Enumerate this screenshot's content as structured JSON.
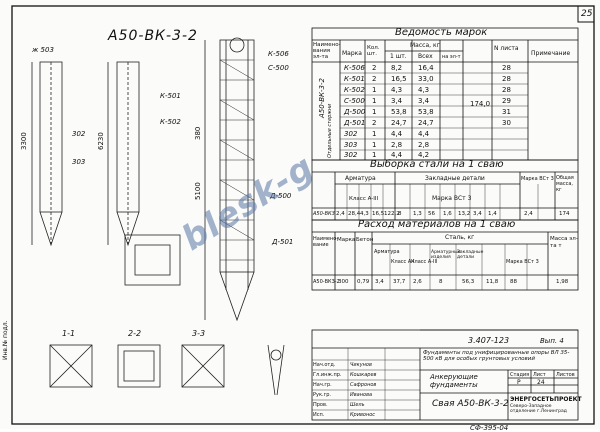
{
  "page_number": "25",
  "drawing_title": "A50-ВК-3-2",
  "view_labels": [
    "1-1",
    "2-2",
    "3-3"
  ],
  "marks_table": {
    "title": "Ведомость марок",
    "headers": [
      "Наимено-вания эл-та",
      "Марка",
      "Кол. шт.",
      "Масса, кг",
      "1 шт.",
      "Всех",
      "на эл-т",
      "N листа",
      "Примечание"
    ],
    "group_label": "A50-ВК-3-2",
    "rows": [
      {
        "mark": "К-506",
        "qty": "2",
        "w1": "8,2",
        "wall": "16,4",
        "sheet": "28"
      },
      {
        "mark": "К-501",
        "qty": "2",
        "w1": "16,5",
        "wall": "33,0",
        "sheet": "28"
      },
      {
        "mark": "К-502",
        "qty": "1",
        "w1": "4,3",
        "wall": "4,3",
        "sheet": "28"
      },
      {
        "mark": "С-500",
        "qty": "1",
        "w1": "3,4",
        "wall": "3,4",
        "sheet": "29"
      },
      {
        "mark": "Д-500",
        "qty": "1",
        "w1": "53,8",
        "wall": "53,8",
        "sheet": "31"
      },
      {
        "mark": "Д-501",
        "qty": "2",
        "w1": "24,7",
        "wall": "24,7",
        "sheet": "30"
      },
      {
        "mark": "302",
        "qty": "1",
        "w1": "4,4",
        "wall": "4,4",
        "sheet": ""
      },
      {
        "mark": "303",
        "qty": "1",
        "w1": "2,8",
        "wall": "2,8",
        "sheet": ""
      },
      {
        "mark": "302",
        "qty": "1",
        "w1": "4,4",
        "wall": "4,2",
        "sheet": ""
      }
    ],
    "element_total": "174,0",
    "side_label": "Отдельные стержни"
  },
  "steel_table": {
    "title": "Выборка стали на 1 сваю",
    "sub_headers": [
      "Арматура",
      "Закладные детали",
      "Марка ВСт 3",
      "Общая масса, кг"
    ],
    "row_head": "A50-ВК3",
    "class_label": "Класс A-III",
    "part_label": "Марка ВСт 3",
    "values": [
      "2,4",
      "28,4",
      "4,3",
      "16,5",
      "122,2",
      "8",
      "1,3",
      "56",
      "1,6",
      "13,2",
      "3,4",
      "1,4",
      "2,4",
      "174"
    ]
  },
  "materials_table": {
    "title": "Расход материалов на 1 сваю",
    "headers": [
      "Наимено-вание",
      "Марка",
      "Бетон",
      "Сталь, кг",
      "Масса эл-та т"
    ],
    "sub_headers": [
      "Арматура",
      "Класс A-I",
      "Класс A-III",
      "Арматурные изделия",
      "Закладные детали",
      "Марка ВСт 3"
    ],
    "row": [
      "A50-ВК3-2",
      "300",
      "0,79",
      "3,4",
      "37,7",
      "2,6",
      "8",
      "56,3",
      "11,8",
      "88",
      "1,98"
    ]
  },
  "title_block": {
    "series_code": "3.407-123",
    "issue": "Вып. 4",
    "description": "Фундаменты под унифицированные опоры ВЛ 35-500 кВ для особых грунтовых условий",
    "section": "Анкерующие фундаменты",
    "sheet_name": "Свая A50-ВК-3-2",
    "stage_label": "Стадия",
    "sheet_label": "Лист",
    "sheets_label": "Листов",
    "stage": "Р",
    "sheet_no": "24",
    "org": "ЭНЕРГОСЕТЬПРОЕКТ",
    "org_sub": "Северо-Западное отделение г.Ленинград",
    "roles": [
      "Нач.отд.",
      "Гл.инж.пр.",
      "Нач.гр.",
      "Рук.гр.",
      "Пров.",
      "Исп."
    ],
    "names": [
      "Чикунов",
      "Кошкарев",
      "Сафронов",
      "Иванова",
      "Шель",
      "Кривонос"
    ],
    "doc_code": "СФ-395-04"
  },
  "watermark": "blesk-g",
  "left_stamp": "Инв.№ подл.",
  "drawing_labels": {
    "bars": [
      "К-501",
      "К-502",
      "К-506",
      "С-500",
      "Д-500",
      "Д-501",
      "302",
      "303",
      "ж 503"
    ],
    "dims": [
      "3300",
      "6230",
      "5100",
      "380"
    ]
  }
}
